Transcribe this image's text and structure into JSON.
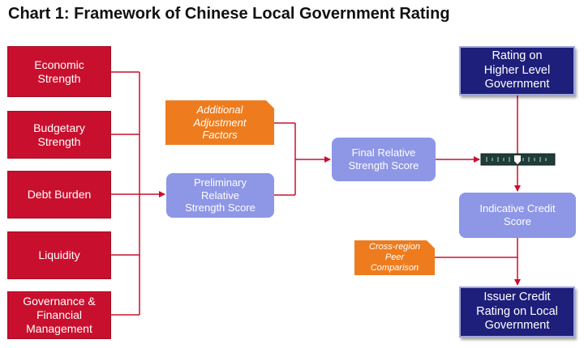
{
  "title": "Chart 1: Framework of Chinese Local Government Rating",
  "inputs": [
    "Economic\nStrength",
    "Budgetary\nStrength",
    "Debt Burden",
    "Liquidity",
    "Governance &\nFinancial\nManagement"
  ],
  "additional_adjustment": "Additional\nAdjustment\nFactors",
  "preliminary_score": "Preliminary\nRelative\nStrength Score",
  "final_score": "Final Relative\nStrength Score",
  "higher_level_rating": "Rating on\nHigher Level\nGovernment",
  "indicative_score": "Indicative Credit\nScore",
  "peer_comparison": "Cross-region\nPeer\nComparison",
  "issuer_rating": "Issuer Credit\nRating on Local\nGovernment",
  "colors": {
    "input_red": "#c8102e",
    "score_lavender": "#8e96e6",
    "rating_navy": "#1e1f7a",
    "adjustment_orange": "#ee7c1e",
    "connector_red": "#c8102e"
  }
}
